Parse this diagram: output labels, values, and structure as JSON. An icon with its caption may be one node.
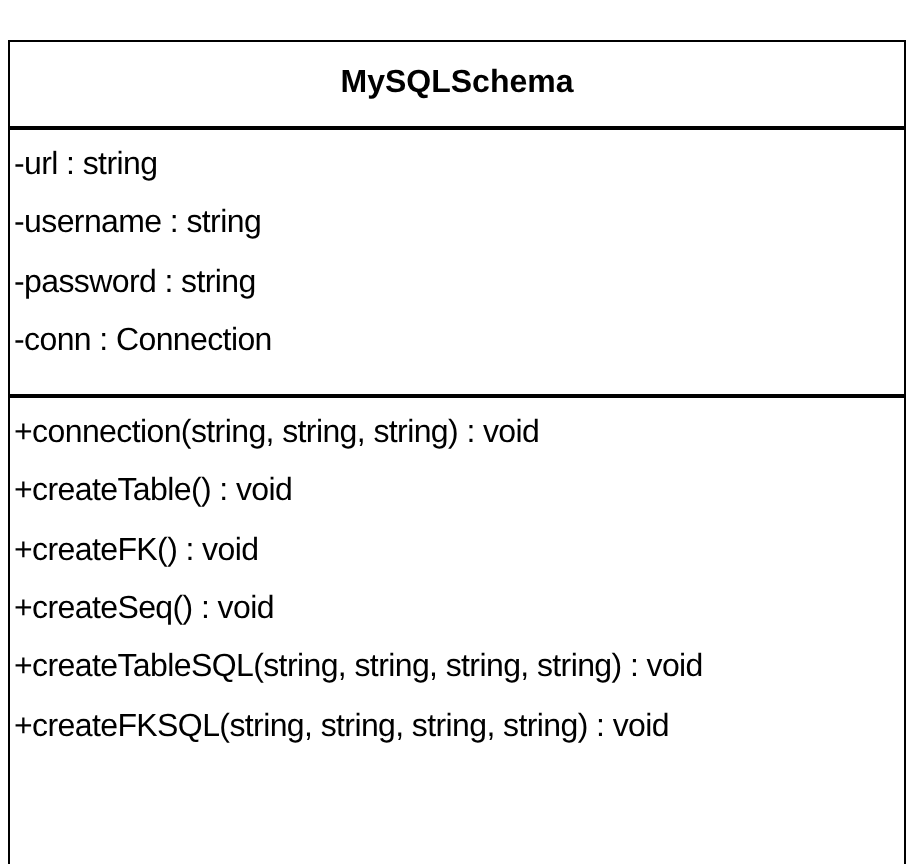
{
  "diagram": {
    "nodes": [
      {
        "text": [
          "MySQLSchema"
        ]
      },
      {
        "text": [
          "-url : string",
          "-username : string",
          "-password : string",
          "-conn : Connection"
        ],
        "in": 0
      },
      {
        "text": [
          "+connection(string, string, string) : void",
          "+createTable() : void",
          "+createFK() : void",
          "+createSeq() : void",
          "+createTableSQL(string, string, string, string) : void",
          "+createFKSQL(string, string, string, string) : void"
        ],
        "in": 0
      }
    ]
  }
}
